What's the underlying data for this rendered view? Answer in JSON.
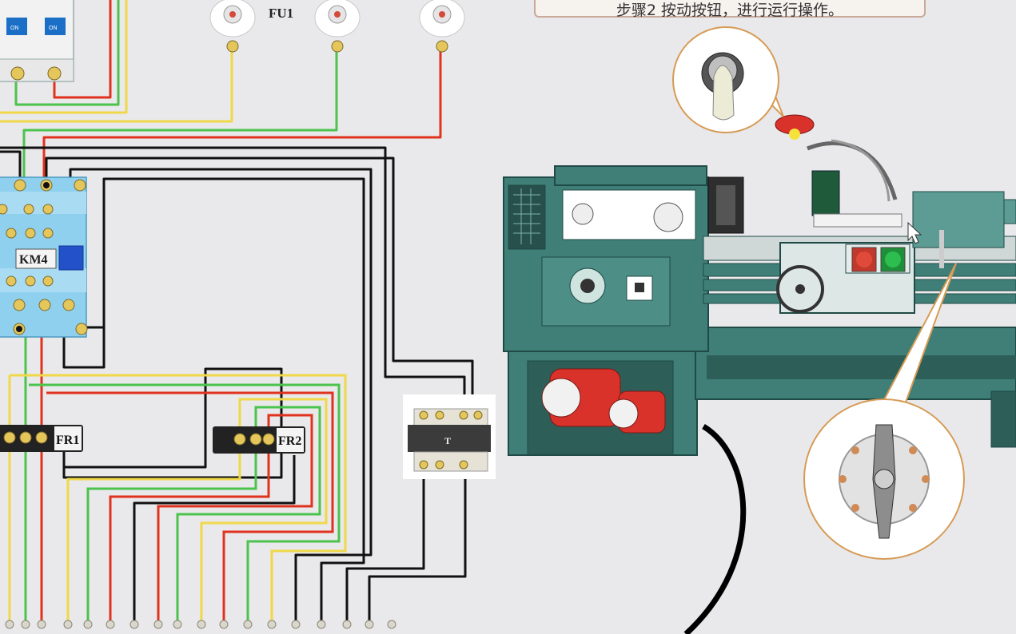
{
  "banner": {
    "text": "步骤2 按动按钮，进行运行操作。"
  },
  "labels": {
    "fuse": "FU1",
    "contactor": "KM4",
    "relay1": "FR1",
    "relay2": "FR2",
    "transformer": "T",
    "breaker_on_1": "ON",
    "breaker_on_2": "ON"
  },
  "colors": {
    "background": "#e9e9eb",
    "wire_yellow": "#f0d84a",
    "wire_green": "#4cc34c",
    "wire_red": "#e0321e",
    "wire_black": "#111111",
    "lathe_body": "#3f7f78",
    "motor_red": "#d8322a",
    "contactor_blue": "#8fd0ee"
  }
}
